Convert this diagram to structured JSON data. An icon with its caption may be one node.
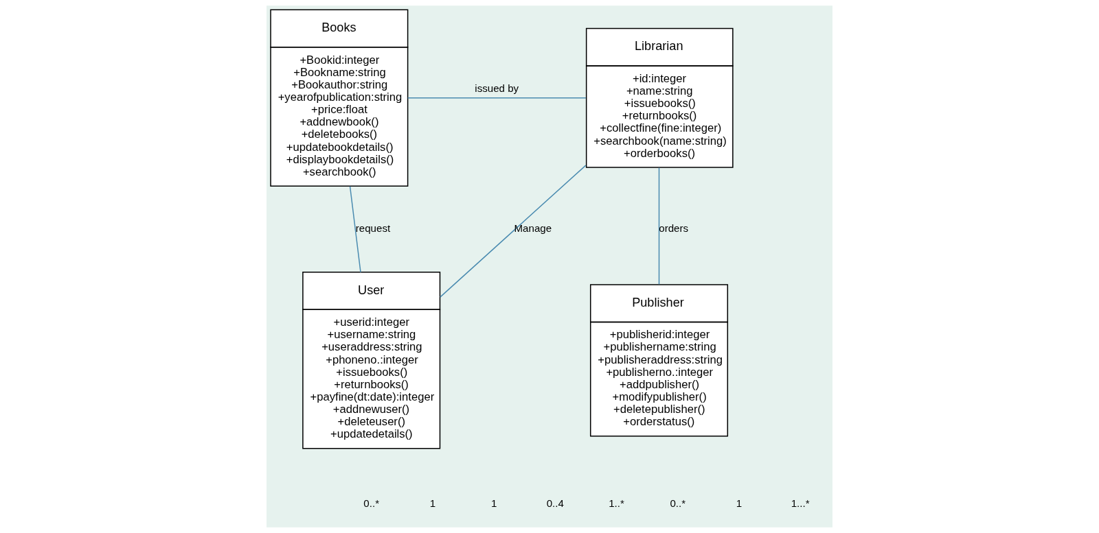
{
  "diagram": {
    "nodes": [
      {
        "text": [
          "Books",
          "+Bookid:integer",
          "+Bookname:string",
          "+Bookauthor:string",
          "+yearofpublication:string",
          "+price:float",
          "+addnewbook()",
          "+deletebooks()",
          "+updatebookdetails()",
          "+displaybookdetails()",
          "+searchbook()"
        ]
      },
      {
        "text": [
          "Librarian",
          "+id:integer",
          "+name:string",
          "+issuebooks()",
          "+returnbooks()",
          "+collectfine(fine:integer)",
          "+searchbook(name:string)",
          "+orderbooks()"
        ]
      },
      {
        "text": [
          "User",
          "+userid:integer",
          "+username:string",
          "+useraddress:string",
          "+phoneno.:integer",
          "+issuebooks()",
          "+returnbooks()",
          "+payfine(dt:date):integer",
          "+addnewuser()",
          "+deleteuser()",
          "+updatedetails()"
        ]
      },
      {
        "text": [
          "Publisher",
          "+publisherid:integer",
          "+publishername:string",
          "+publisheraddress:string",
          "+publisherno.:integer",
          "+addpublisher()",
          "+modifypublisher()",
          "+deletepublisher()",
          "+orderstatus()"
        ]
      }
    ],
    "edges": [
      {
        "from": 0,
        "to": 1,
        "arrow": "none",
        "label": "issued by"
      },
      {
        "from": 0,
        "to": 2,
        "arrow": "none",
        "label": "request"
      },
      {
        "from": 1,
        "to": 2,
        "arrow": "none",
        "label": "Manage"
      },
      {
        "from": 1,
        "to": 3,
        "arrow": "none",
        "label": "orders"
      }
    ],
    "labels": [
      "0..*",
      "1",
      "1",
      "0..4",
      "1..*",
      "0..*",
      "1",
      "1...*"
    ]
  }
}
